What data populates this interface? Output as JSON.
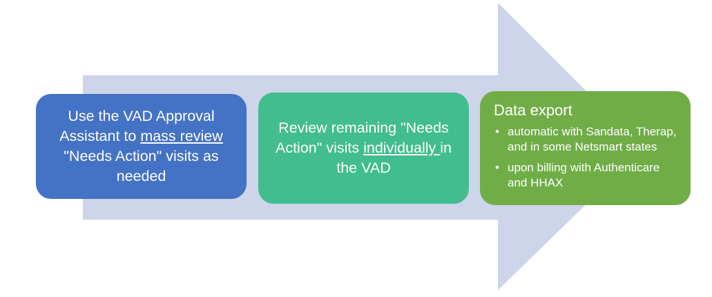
{
  "diagram": {
    "type": "process-arrow",
    "title": "",
    "arrow": {
      "name": "right-arrow-background",
      "color": "#ced4e9",
      "direction": "right"
    },
    "stages": [
      {
        "id": "stage-1",
        "color": "#4472c4",
        "layout": "centered-paragraph",
        "lines": [
          {
            "segments": [
              {
                "text": "Use the VAD Approval ",
                "underline": false
              }
            ]
          },
          {
            "segments": [
              {
                "text": "Assistant to ",
                "underline": false
              },
              {
                "text": "mass review",
                "underline": true
              }
            ]
          },
          {
            "segments": [
              {
                "text": "\"Needs Action\" visits as",
                "underline": false
              }
            ]
          },
          {
            "segments": [
              {
                "text": "needed",
                "underline": false
              }
            ]
          }
        ],
        "plain_text": "Use the VAD Approval Assistant to mass review \"Needs Action\" visits as needed"
      },
      {
        "id": "stage-2",
        "color": "#41bd8f",
        "layout": "centered-paragraph",
        "lines": [
          {
            "segments": [
              {
                "text": "Review remaining \"Needs",
                "underline": false
              }
            ]
          },
          {
            "segments": [
              {
                "text": "Action\" visits ",
                "underline": false
              },
              {
                "text": "individually ",
                "underline": true
              },
              {
                "text": "in",
                "underline": false
              }
            ]
          },
          {
            "segments": [
              {
                "text": "the VAD",
                "underline": false
              }
            ]
          }
        ],
        "plain_text": "Review remaining \"Needs Action\" visits individually in the VAD"
      },
      {
        "id": "stage-3",
        "color": "#70ad47",
        "layout": "title-with-bullets",
        "title": "Data export",
        "bullet_glyph": "•",
        "bullets": [
          "automatic with Sandata, Therap, and in some Netsmart states",
          "upon billing with Authenticare and HHAX"
        ]
      }
    ]
  }
}
